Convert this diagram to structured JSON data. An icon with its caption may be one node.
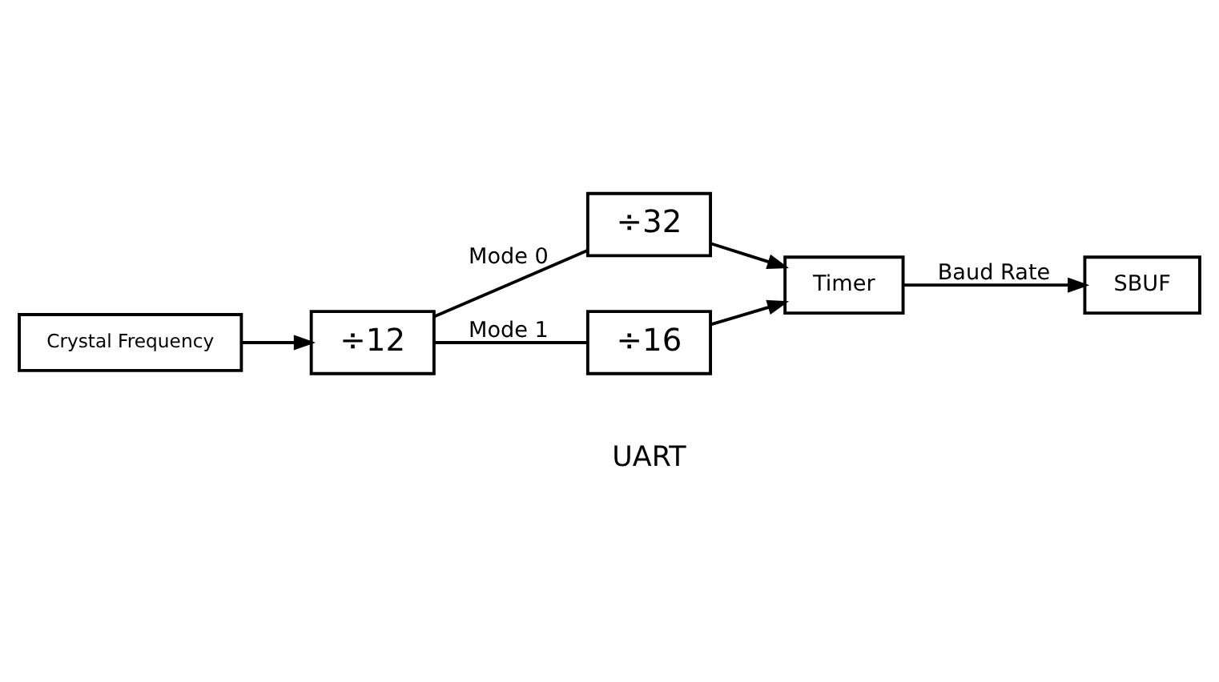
{
  "diagram": {
    "nodes": [
      {
        "text": [
          "Crystal Frequency"
        ]
      },
      {
        "text": [
          "÷12"
        ]
      },
      {
        "text": [
          "÷32"
        ]
      },
      {
        "text": [
          "÷16"
        ]
      },
      {
        "text": [
          "Timer"
        ]
      },
      {
        "text": [
          "SBUF"
        ]
      }
    ],
    "edges": [
      {
        "from": 0,
        "to": 1,
        "arrow": "to"
      },
      {
        "from": 1,
        "to": 2,
        "arrow": "none",
        "label": "Mode 0"
      },
      {
        "from": 1,
        "to": 3,
        "arrow": "none",
        "label": "Mode 1"
      },
      {
        "from": 2,
        "to": 4,
        "arrow": "to"
      },
      {
        "from": 3,
        "to": 4,
        "arrow": "to"
      },
      {
        "from": 4,
        "to": 5,
        "arrow": "to",
        "label": "Baud Rate"
      }
    ],
    "labels": [
      "UART"
    ]
  }
}
